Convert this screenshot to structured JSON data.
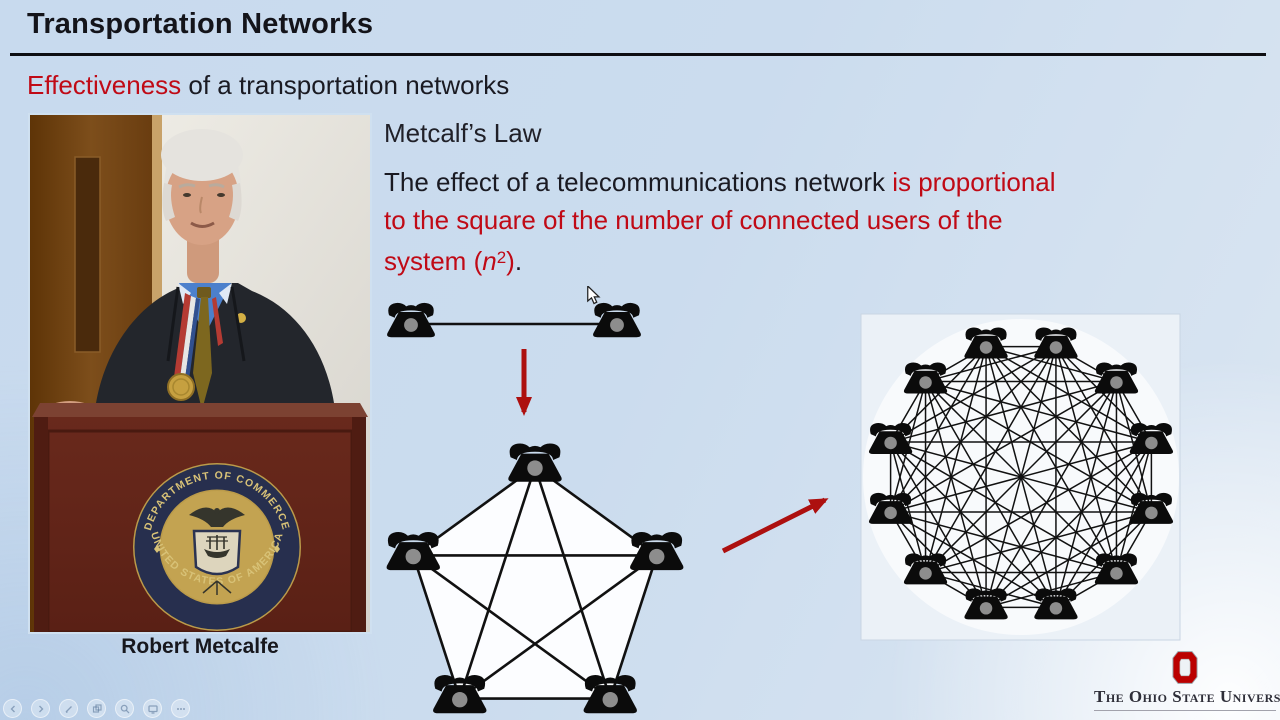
{
  "slide": {
    "title": "Transportation Networks",
    "subtitle": [
      {
        "text": "Effectiveness",
        "color": "red"
      },
      {
        "text": " of a transportation networks",
        "color": "black"
      }
    ],
    "law_heading": "Metcalf’s Law",
    "body_lines": [
      [
        {
          "text": "The effect of a telecommunications network ",
          "color": "black"
        },
        {
          "text": "is proportional",
          "color": "red"
        }
      ],
      [
        {
          "text": "to the square of the number of connected users of the",
          "color": "red"
        }
      ],
      [
        {
          "text": "system (",
          "color": "red"
        },
        {
          "text": "n",
          "color": "red",
          "style": "italic"
        },
        {
          "text": "2",
          "color": "red",
          "style": "sup"
        },
        {
          "text": ")",
          "color": "red"
        },
        {
          "text": ".",
          "color": "black"
        }
      ]
    ],
    "photo_caption": "Robert Metcalfe",
    "colors": {
      "accent_red": "#c00a16",
      "arrow_red": "#ad100f",
      "text_black": "#1a1a22",
      "background_blue": "#c8daee"
    }
  },
  "photo": {
    "description": "Robert Metcalfe speaking at a wooden podium",
    "seal_top": "DEPARTMENT OF COMMERCE",
    "seal_bottom": "UNITED STATES OF AMERICA"
  },
  "diagram": {
    "networks": [
      {
        "name": "two-phone-link",
        "nodes": 2
      },
      {
        "name": "five-phone-complete-graph",
        "nodes": 5
      },
      {
        "name": "twelve-phone-complete-graph",
        "nodes": 12
      }
    ]
  },
  "branding": {
    "university_name": "The Ohio State University",
    "block_o_color": "#bb0000"
  },
  "player": {
    "buttons": [
      "previous",
      "next",
      "pen",
      "slides",
      "zoom",
      "display",
      "more"
    ]
  }
}
